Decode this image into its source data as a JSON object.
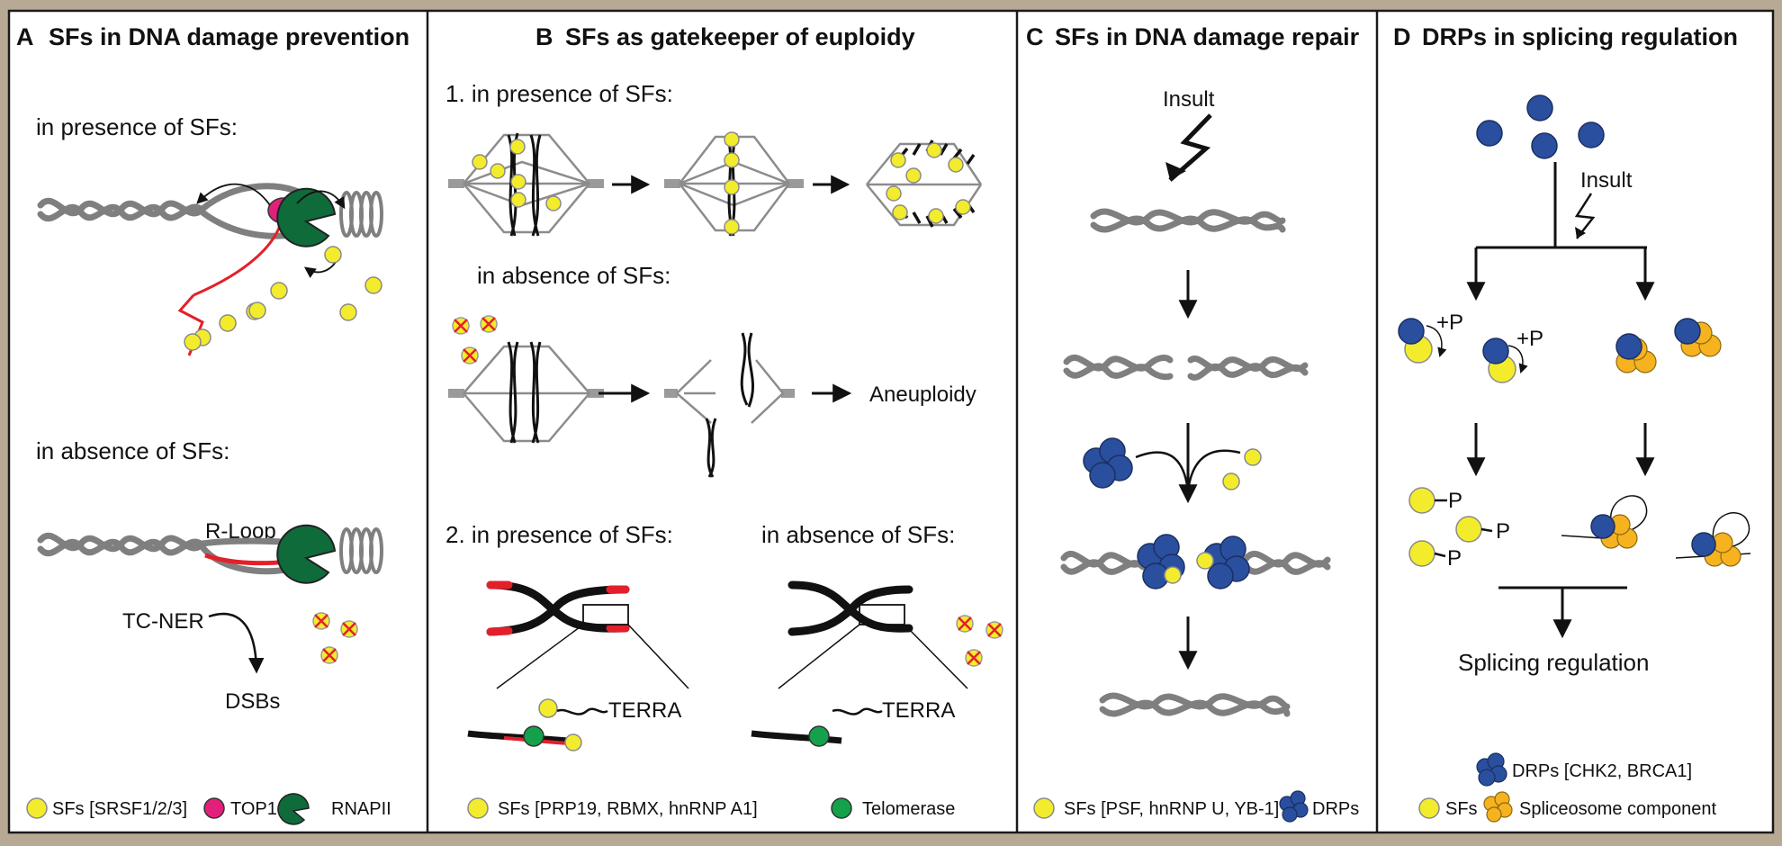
{
  "panels": {
    "a": {
      "letter": "A",
      "title": "SFs in DNA damage prevention",
      "presence": "in presence of SFs:",
      "absence": "in absence of SFs:",
      "rloop": "R-Loop",
      "tcner": "TC-NER",
      "dsbs": "DSBs",
      "legend": {
        "sf": "SFs [SRSF1/2/3]",
        "top1": "TOP1",
        "rnapii": "RNAPII"
      }
    },
    "b": {
      "letter": "B",
      "title": "SFs as gatekeeper of euploidy",
      "presence1": "1. in presence of SFs:",
      "absence1": "in absence of SFs:",
      "aneuploidy": "Aneuploidy",
      "presence2": "2.  in presence of SFs:",
      "absence2": "in absence of SFs:",
      "terra1": "TERRA",
      "terra2": "TERRA",
      "legend": {
        "sf": "SFs [PRP19, RBMX, hnRNP A1]",
        "telomerase": "Telomerase"
      }
    },
    "c": {
      "letter": "C",
      "title": "SFs in DNA damage repair",
      "insult": "Insult",
      "legend": {
        "sf": "SFs [PSF, hnRNP U, YB-1]",
        "drps": "DRPs"
      }
    },
    "d": {
      "letter": "D",
      "title": "DRPs in splicing regulation",
      "insult": "Insult",
      "plus_p1": "+P",
      "plus_p2": "+P",
      "p1": "P",
      "p2": "P",
      "p3": "P",
      "result": "Splicing regulation",
      "legend": {
        "drps": "DRPs [CHK2, BRCA1]",
        "sf": "SFs",
        "spliceosome": "Spliceosome component"
      }
    }
  },
  "colors": {
    "sf_yellow": "#f3ec2c",
    "top1_magenta": "#e2207b",
    "rnapii_green": "#0f6b3a",
    "telomerase_green": "#13a14b",
    "drp_blue": "#2a4f9e",
    "spliceosome_orange": "#f6b21f",
    "rna_red": "#e3202a",
    "dna_gray": "#808080",
    "frame_tan": "#b8a994"
  }
}
